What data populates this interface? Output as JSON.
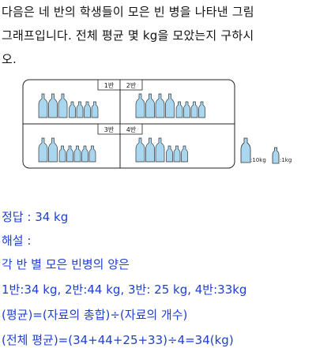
{
  "question": {
    "line1": "다음은 네 반의 학생들이 모은 빈 병을 나타낸 그림",
    "line2": "그래프입니다. 전체 평균 몇 kg을 모았는지 구하시",
    "line3": "오."
  },
  "graph": {
    "classes": [
      {
        "name": "1반",
        "big": 3,
        "small": 4
      },
      {
        "name": "2반",
        "big": 4,
        "small": 4
      },
      {
        "name": "3반",
        "big": 2,
        "small": 5
      },
      {
        "name": "4반",
        "big": 3,
        "small": 3
      }
    ],
    "legend": [
      {
        "icon": "big-bottle-icon",
        "label": ":10kg"
      },
      {
        "icon": "small-bottle-icon",
        "label": ":1kg"
      }
    ],
    "colors": {
      "bottle_fill": "#a9d7f0",
      "bottle_stroke": "#333333",
      "frame": "#222222"
    }
  },
  "answer": {
    "line1": "정답 : 34 kg",
    "line2": "해설 :",
    "line3": "각 반 별 모은 빈병의 양은",
    "line4": "1반:34 kg,  2반:44 kg,  3반:  25 kg,  4반:33kg",
    "line5": "(평균)=(자료의 총합)÷(자료의 개수)",
    "line6": "(전체 평균)=(34+44+25+33)÷4=34(kg)",
    "color": "#1f3fd0"
  }
}
